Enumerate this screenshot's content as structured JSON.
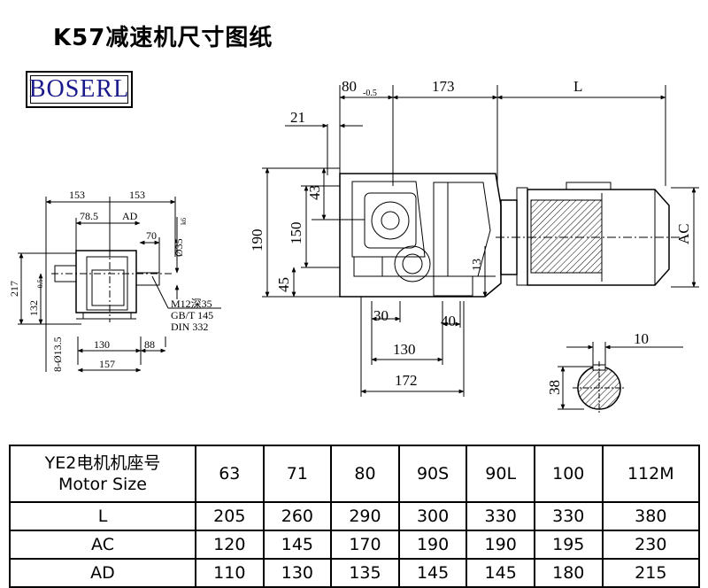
{
  "title": "K57减速机尺寸图纸",
  "brand": "BOSERL",
  "left_view": {
    "dims": {
      "w153a": "153",
      "w153b": "153",
      "w785": "78.5",
      "ad": "AD",
      "w70": "70",
      "shaft": "Ø35",
      "shaft_tol": "k6",
      "h217": "217",
      "h132": "132",
      "h132_tol": "-0.5",
      "holes": "8-Ø13.5",
      "w130": "130",
      "w88": "88",
      "w157": "157"
    },
    "notes": [
      "M12深35",
      "GB/T 145",
      "DIN 332"
    ]
  },
  "right_view": {
    "dims": {
      "d80": "80",
      "d80_tol": "-0.5",
      "d173": "173",
      "dL": "L",
      "d21": "21",
      "d43": "43",
      "d190": "190",
      "d150": "150",
      "d45": "45",
      "d13": "13",
      "d30": "30",
      "d40": "40",
      "d130": "130",
      "d172": "172",
      "dAC": "AC"
    }
  },
  "key_view": {
    "d10": "10",
    "d38": "38"
  },
  "table": {
    "header_cn": "YE2电机机座号",
    "header_en": "Motor Size",
    "columns": [
      "63",
      "71",
      "80",
      "90S",
      "90L",
      "100",
      "112M"
    ],
    "rows": [
      {
        "label": "L",
        "values": [
          "205",
          "260",
          "290",
          "300",
          "330",
          "330",
          "380"
        ]
      },
      {
        "label": "AC",
        "values": [
          "120",
          "145",
          "170",
          "190",
          "190",
          "195",
          "230"
        ]
      },
      {
        "label": "AD",
        "values": [
          "110",
          "130",
          "135",
          "145",
          "145",
          "180",
          "215"
        ]
      }
    ]
  }
}
